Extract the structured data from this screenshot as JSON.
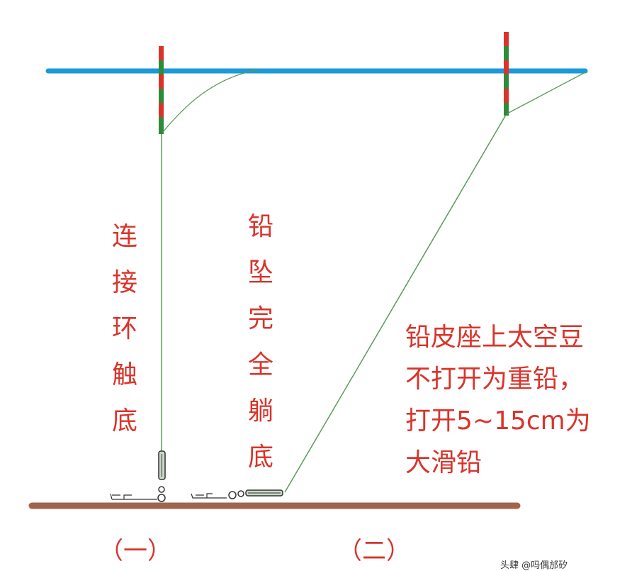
{
  "left_label": [
    "连",
    "接",
    "环",
    "触",
    "底"
  ],
  "middle_label": [
    "铅",
    "坠",
    "完",
    "全",
    "躺",
    "底"
  ],
  "note_lines": [
    "铅皮座上太空豆",
    "不打开为重铅，",
    "打开5~15cm为",
    "大滑铅"
  ],
  "captions": [
    "（一）",
    "（二）"
  ],
  "watermark": "头肆 @吗偶邡矽",
  "colors": {
    "water_surface": "#1a9ad6",
    "bottom": "#a0654a",
    "float_red": "#d9342b",
    "float_green": "#2e8b3a",
    "line": "#5a9a5a",
    "text": "#d9342b"
  }
}
